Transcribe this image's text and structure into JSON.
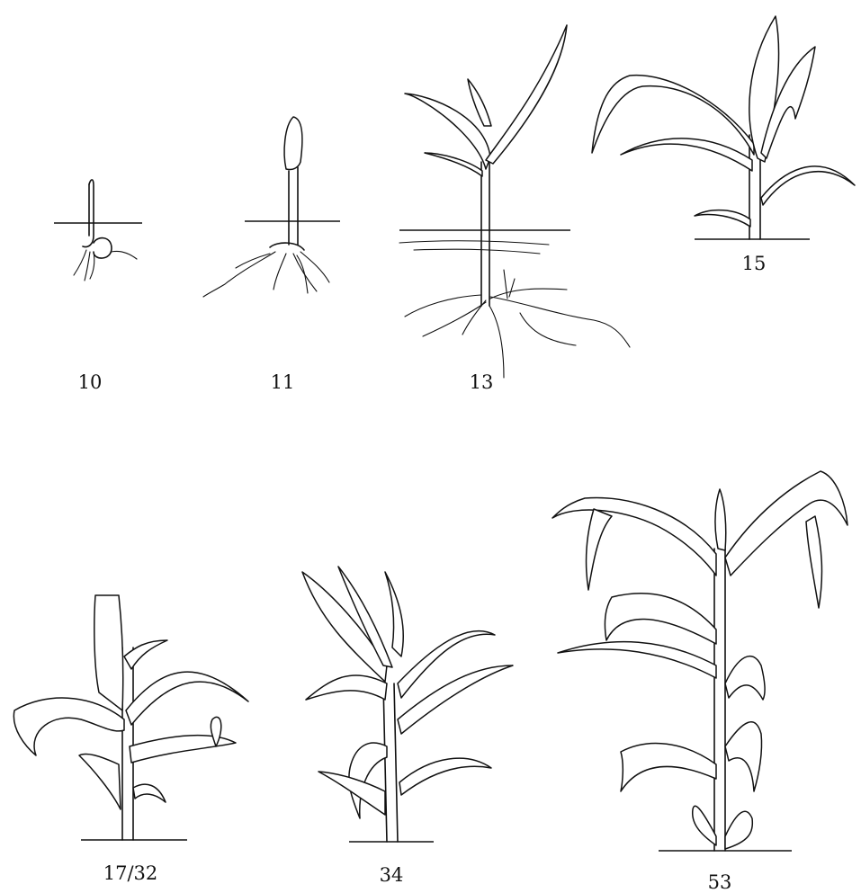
{
  "stages": [
    {
      "id": "10",
      "label": "10"
    },
    {
      "id": "11",
      "label": "11"
    },
    {
      "id": "13",
      "label": "13"
    },
    {
      "id": "15",
      "label": "15"
    },
    {
      "id": "17-32",
      "label": "17/32"
    },
    {
      "id": "34",
      "label": "34"
    },
    {
      "id": "53",
      "label": "53"
    }
  ]
}
